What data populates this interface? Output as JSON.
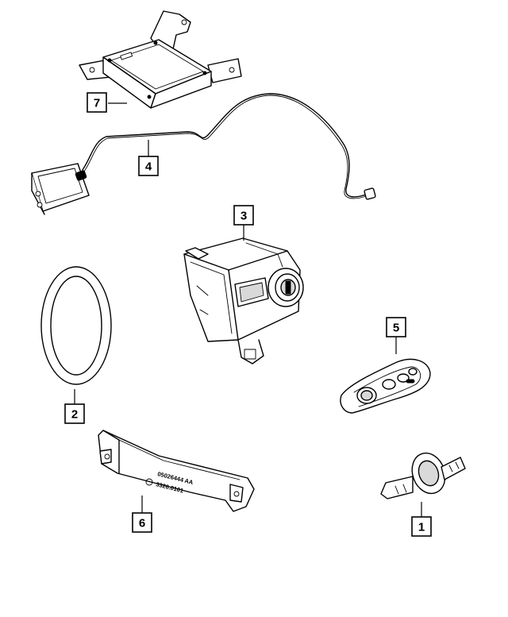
{
  "callouts": {
    "c1": "1",
    "c2": "2",
    "c3": "3",
    "c4": "4",
    "c5": "5",
    "c6": "6",
    "c7": "7"
  },
  "part_labels": {
    "module_part_number": "05026444 AA",
    "module_code": "3326.0101"
  }
}
